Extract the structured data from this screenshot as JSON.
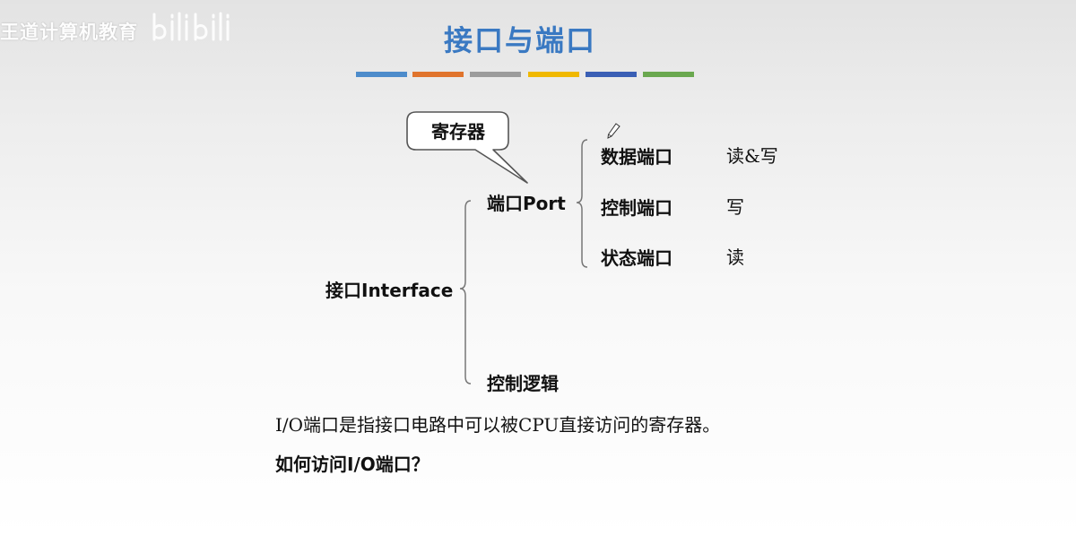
{
  "watermark": {
    "text": "王道计算机教育",
    "logo": "bilibili"
  },
  "slide": {
    "title": "接口与端口",
    "color_bars": [
      "#4d8ccb",
      "#e0742d",
      "#9c9c9c",
      "#f0b800",
      "#3a5fb5",
      "#6aa84f"
    ]
  },
  "callout": {
    "text": "寄存器"
  },
  "tree": {
    "root": "接口Interface",
    "port": "端口Port",
    "control_logic": "控制逻辑",
    "ports": [
      {
        "name": "数据端口",
        "access": "读&写"
      },
      {
        "name": "控制端口",
        "access": "写"
      },
      {
        "name": "状态端口",
        "access": "读"
      }
    ]
  },
  "body": {
    "definition": "I/O端口是指接口电路中可以被CPU直接访问的寄存器。",
    "question": "如何访问I/O端口？"
  },
  "icons": {
    "pencil": "pencil-icon"
  }
}
